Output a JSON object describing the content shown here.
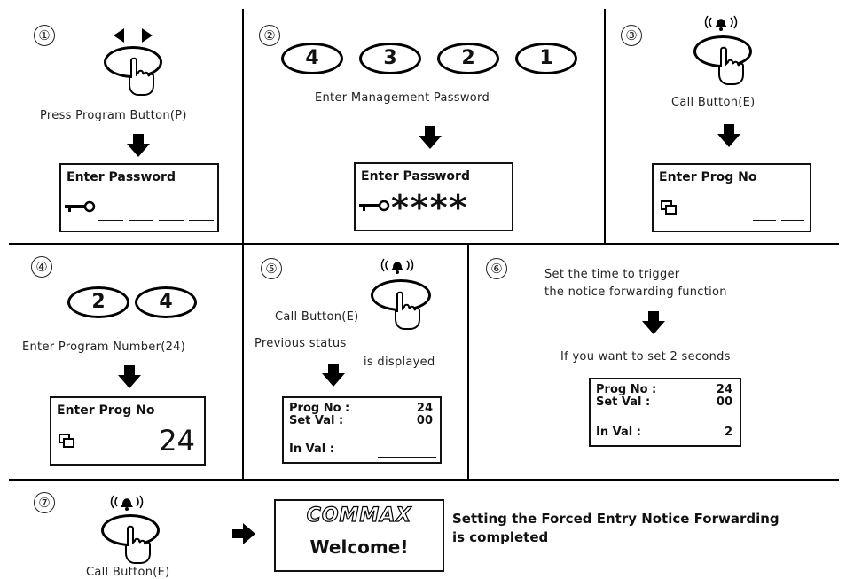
{
  "steps": [
    {
      "num": "①",
      "caption": "Press Program Button(P)",
      "lcd_title": "Enter Password"
    },
    {
      "num": "②",
      "digits": [
        "4",
        "3",
        "2",
        "1"
      ],
      "caption": "Enter Management Password",
      "lcd_title": "Enter Password",
      "lcd_value": "****"
    },
    {
      "num": "③",
      "caption": "Call Button(E)",
      "lcd_title": "Enter Prog  No"
    },
    {
      "num": "④",
      "digits": [
        "2",
        "4"
      ],
      "caption": "Enter Program Number(24)",
      "lcd_title": "Enter Prog  No",
      "lcd_value": "24"
    },
    {
      "num": "⑤",
      "caption": "Call Button(E)",
      "note_line1": "Previous status",
      "note_line2": "is displayed",
      "lcd_rows": [
        {
          "label": "Prog No :",
          "value": "24"
        },
        {
          "label": "Set  Val  :",
          "value": "00"
        },
        {
          "label": "In Val :",
          "value": ""
        }
      ]
    },
    {
      "num": "⑥",
      "caption_line1": "Set the time to trigger",
      "caption_line2": "the notice forwarding function",
      "caption2": "If you want to set 2 seconds",
      "lcd_rows": [
        {
          "label": "Prog No :",
          "value": "24"
        },
        {
          "label": "Set  Val  :",
          "value": "00"
        },
        {
          "label": "In Val :",
          "value": "2"
        }
      ]
    },
    {
      "num": "⑦",
      "caption": "Call Button(E)",
      "brand": "COMMAX",
      "welcome": "Welcome!",
      "result_line1": "Setting the Forced Entry Notice Forwarding",
      "result_line2": "is completed"
    }
  ],
  "icons": [
    "left-right-arrows-icon",
    "finger-press-icon",
    "ringing-bell-icon",
    "key-icon",
    "menu-icon",
    "down-arrow-icon",
    "right-arrow-icon"
  ]
}
